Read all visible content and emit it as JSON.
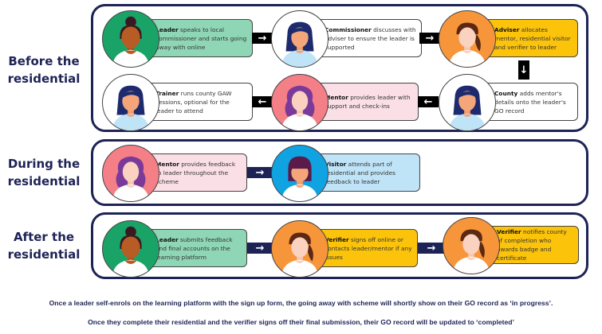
{
  "colors": {
    "navy": "#1e2356",
    "green_circle": "#1aa367",
    "green_card": "#8fd6b6",
    "orange_circle": "#f7953a",
    "yellow_card": "#fcc30b",
    "pink_circle": "#f57f86",
    "pink_card": "#fadfe6",
    "blue_circle": "#0fa3e2",
    "blue_card": "#bfe4f7",
    "white": "#ffffff"
  },
  "sections": [
    {
      "label_line1": "Before the",
      "label_line2": "residential",
      "steps": [
        {
          "role": "Leader",
          "text": " speaks to local commissioner and starts going away with online",
          "avatar": "leader-avatar"
        },
        {
          "role": "Commissioner",
          "text": " discusses with adviser to ensure the leader is supported",
          "avatar": "commissioner-avatar"
        },
        {
          "role": "Adviser",
          "text": " allocates mentor, residential visitor and verifier to leader",
          "avatar": "adviser-avatar"
        },
        {
          "role": "County",
          "text": " adds mentor's details onto the leader's GO record",
          "avatar": "county-avatar"
        },
        {
          "role": "Mentor",
          "text": " provides leader with support and check-ins",
          "avatar": "mentor-avatar"
        },
        {
          "role": "Trainer",
          "text": " runs county GAW sessions, optional for the leader to attend",
          "avatar": "trainer-avatar"
        }
      ],
      "arrows": [
        "→",
        "→",
        "↓",
        "←",
        "←"
      ]
    },
    {
      "label_line1": "During the",
      "label_line2": "residential",
      "steps": [
        {
          "role": "Mentor",
          "text": " provides feedback to leader throughout the scheme",
          "avatar": "mentor-avatar"
        },
        {
          "role": "Visitor",
          "text": " attends part of residential and provides feedback to leader",
          "avatar": "visitor-avatar"
        }
      ],
      "arrows": [
        "→"
      ]
    },
    {
      "label_line1": "After the",
      "label_line2": "residential",
      "steps": [
        {
          "role": "Leader",
          "text": " submits feedback and final accounts on the learning platform",
          "avatar": "leader-avatar"
        },
        {
          "role": "Verifier",
          "text": " signs off online or contacts leader/mentor if any issues",
          "avatar": "verifier-avatar"
        },
        {
          "role": "Verifier",
          "text": " notifies county of completion who awards badge and certificate",
          "avatar": "verifier-avatar"
        }
      ],
      "arrows": [
        "→",
        "→"
      ]
    }
  ],
  "footnotes": [
    "Once a leader self-enrols on the learning platform with the sign up form, the going away with scheme will shortly show on their GO record as ‘in progress’.",
    "Once they complete their residential and the verifier signs off their final submission, their GO record will be updated to ‘completed’"
  ]
}
